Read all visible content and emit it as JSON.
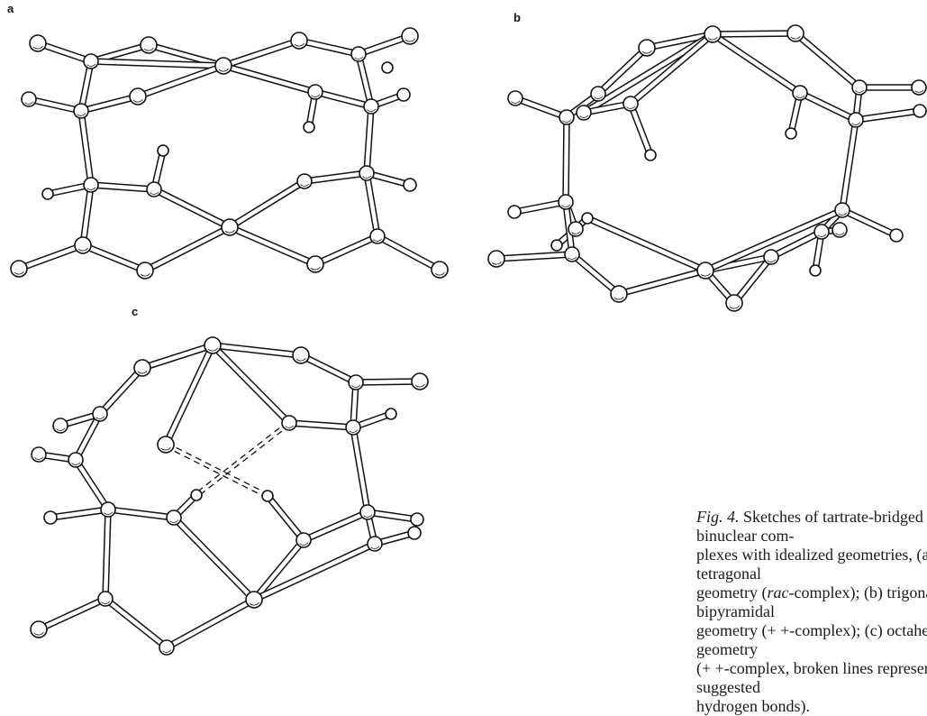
{
  "panels": [
    {
      "label": "a"
    },
    {
      "label": "b"
    },
    {
      "label": "c"
    }
  ],
  "caption": {
    "fig_prefix": "Fig. 4.",
    "text": " Sketches of tartrate-bridged binuclear com-\nplexes with idealized geometries, (a) tetragonal\ngeometry (",
    "rac": "rac",
    "text2": "-complex); (b) trigonal bipyramidal\ngeometry (+ +-complex); (c) octahedral geometry\n(+ +-complex, broken lines represent suggested\nhydrogen bonds)."
  }
}
